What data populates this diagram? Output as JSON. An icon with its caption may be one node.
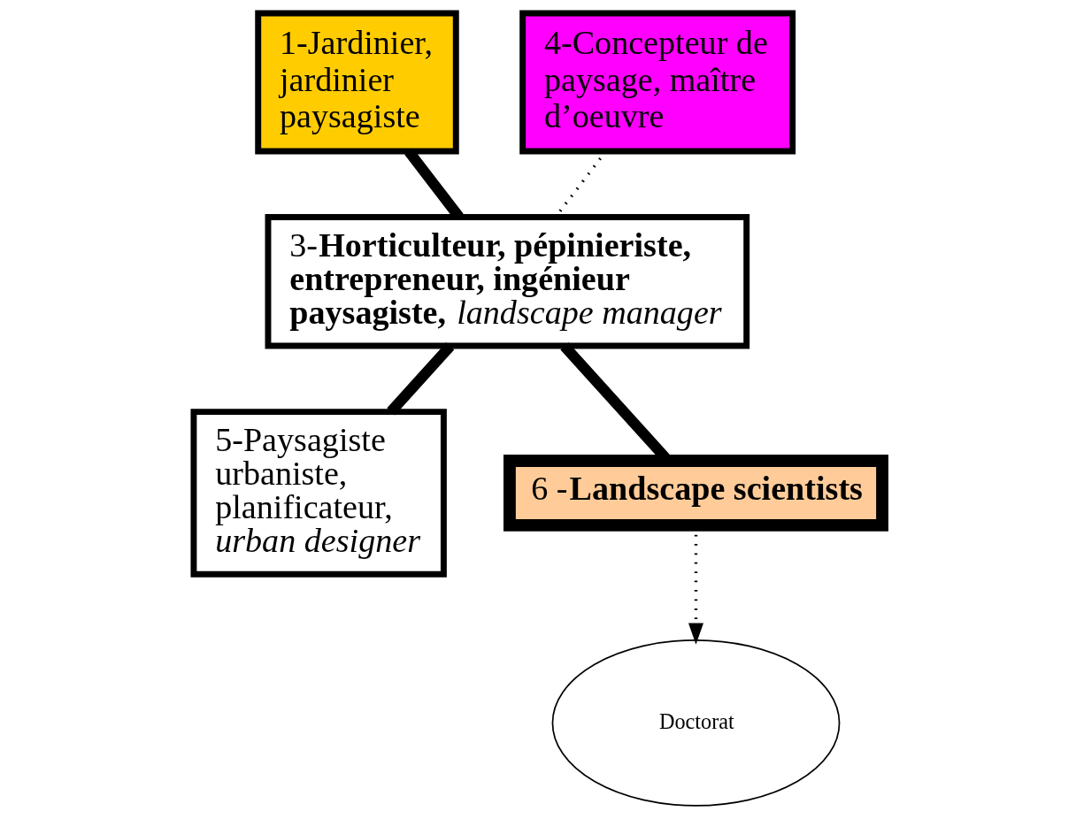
{
  "diagram": {
    "nodes": [
      {
        "text": [
          "1-Jardinier, jardinier paysagiste"
        ]
      },
      {
        "text": [
          "4-Concepteur de paysage, maître d’oeuvre"
        ]
      },
      {
        "text": [
          "3-**Horticulteur, pépinieriste, entrepreneur, ingénieur paysagiste,** *landscape manager*"
        ]
      },
      {
        "text": [
          "5-Paysagiste urbaniste, planificateur, *urban designer*"
        ]
      },
      {
        "text": [
          "6 -**Landscape scientists**"
        ]
      },
      {
        "text": [
          "Doctorat"
        ]
      }
    ],
    "edges": [
      {
        "from": 0,
        "to": 2,
        "arrow": "none"
      },
      {
        "from": 1,
        "to": 2,
        "arrow": "none",
        "style": "dashed"
      },
      {
        "from": 2,
        "to": 3,
        "arrow": "none"
      },
      {
        "from": 2,
        "to": 4,
        "arrow": "none"
      },
      {
        "from": 4,
        "to": 5,
        "arrow": "to",
        "style": "dashed"
      }
    ]
  }
}
